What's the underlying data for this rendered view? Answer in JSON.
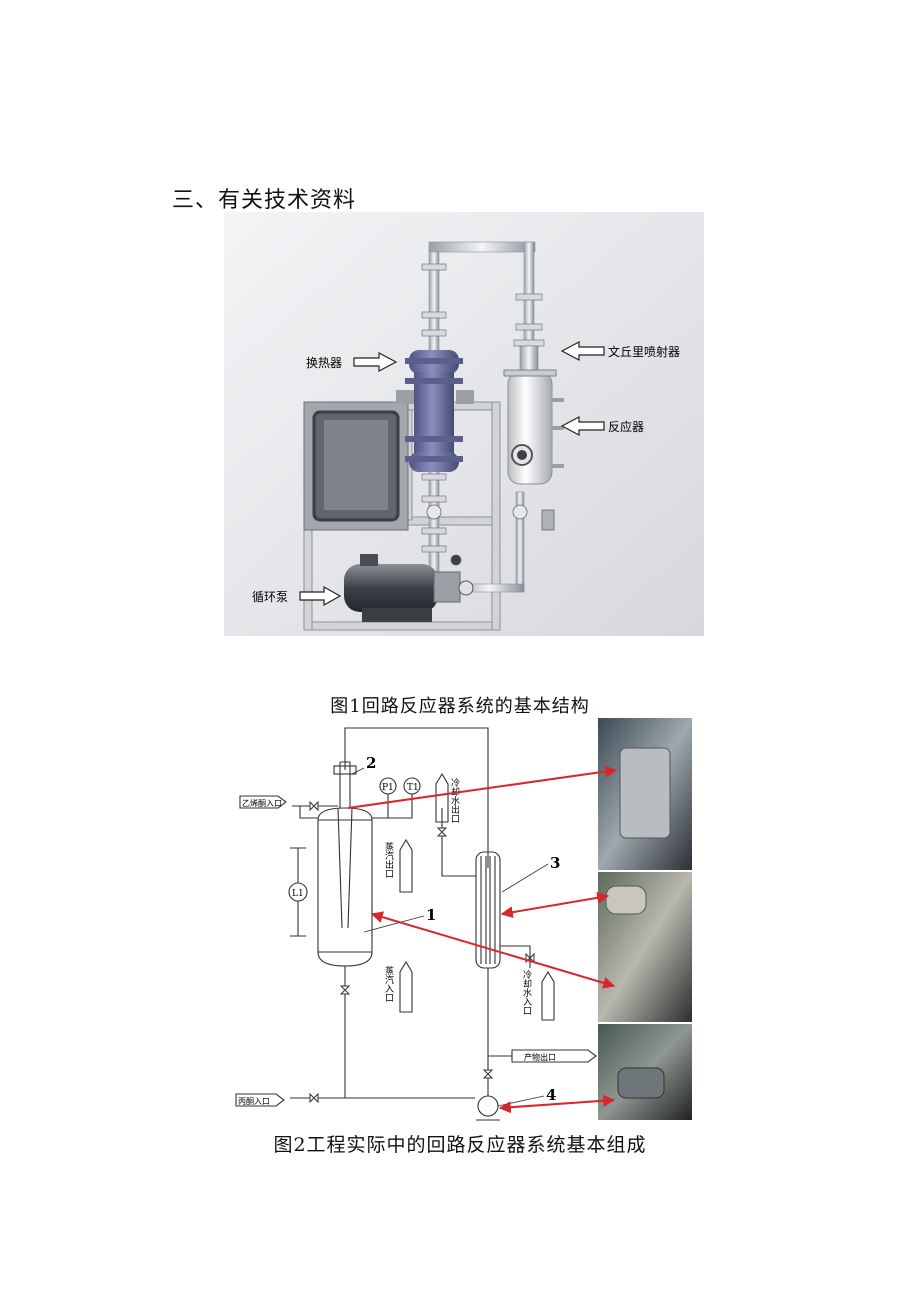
{
  "heading": "三、有关技术资料",
  "figure1": {
    "caption": "图1回路反应器系统的基本结构",
    "labels": {
      "heat_exchanger": "换热器",
      "venturi": "文丘里喷射器",
      "reactor": "反应器",
      "pump": "循环泵"
    }
  },
  "figure2": {
    "caption": "图2工程实际中的回路反应器系统基本组成",
    "labels": {
      "acetone_inlet": "乙烯酮入口",
      "propanone_inlet": "丙酮入口",
      "product_outlet": "产物出口",
      "cooling_water_outlet": "冷却水出口",
      "cooling_water_inlet": "冷却水入口",
      "steam_outlet": "蒸汽出口",
      "steam_inlet": "蒸汽入口",
      "p1": "P1",
      "t1": "T1",
      "l1": "L1",
      "n1": "1",
      "n2": "2",
      "n3": "3",
      "n4": "4"
    }
  },
  "colors": {
    "arrow_red": "#d9262b",
    "equipment_blue": "#6f74a0"
  }
}
